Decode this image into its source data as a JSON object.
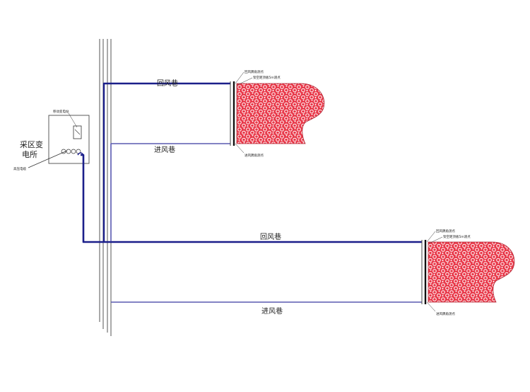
{
  "labels": {
    "substation_line1": "采区变",
    "substation_line2": "电所",
    "cable_label": "高压电缆",
    "switch_label": "移动变电站",
    "upper_return_airway": "回风巷",
    "upper_intake_airway": "进风巷",
    "lower_return_airway": "回风巷",
    "lower_intake_airway": "进风巷",
    "upper_note_1": "回风隅角测点",
    "upper_note_2": "架空距顶板5m测点",
    "upper_note_3": "进风隅角测点",
    "lower_note_1": "回风隅角测点",
    "lower_note_2": "架空距顶板5m测点",
    "lower_note_3": "进风隅角测点"
  },
  "colors": {
    "power_line": "#1b1f8a",
    "airway_line": "#5a5ab0",
    "shaft_line": "#555555",
    "goaf_fill": "#e8394a",
    "goaf_pattern": "#ffffff"
  }
}
